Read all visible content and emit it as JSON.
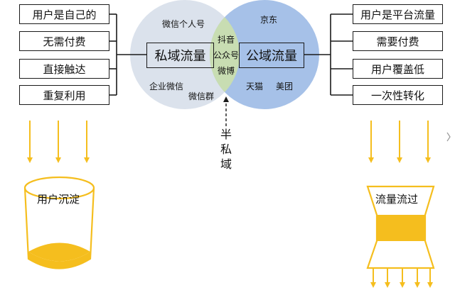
{
  "left_features": [
    "用户是自己的",
    "无需付费",
    "直接触达",
    "重复利用"
  ],
  "right_features": [
    "用户是平台流量",
    "需要付费",
    "用户覆盖低",
    "一次性转化"
  ],
  "private_domain": {
    "title": "私域流量",
    "top_label": "微信个人号",
    "bottom_left_label": "企业微信",
    "bottom_right_label": "微信群",
    "color": "#dbe2ec"
  },
  "public_domain": {
    "title": "公域流量",
    "top_label": "京东",
    "bottom_left_label": "天猫",
    "bottom_right_label": "美团",
    "color": "#a6c1e8"
  },
  "overlap": {
    "labels": [
      "抖音",
      "公众号",
      "微博"
    ],
    "color": "#c8ddb2"
  },
  "semi_private": {
    "chars": [
      "半",
      "私",
      "域"
    ]
  },
  "left_container": {
    "label": "用户沉淀"
  },
  "right_container": {
    "label": "流量流过"
  },
  "colors": {
    "accent": "#f5be1e",
    "line": "#1a1a1a"
  }
}
